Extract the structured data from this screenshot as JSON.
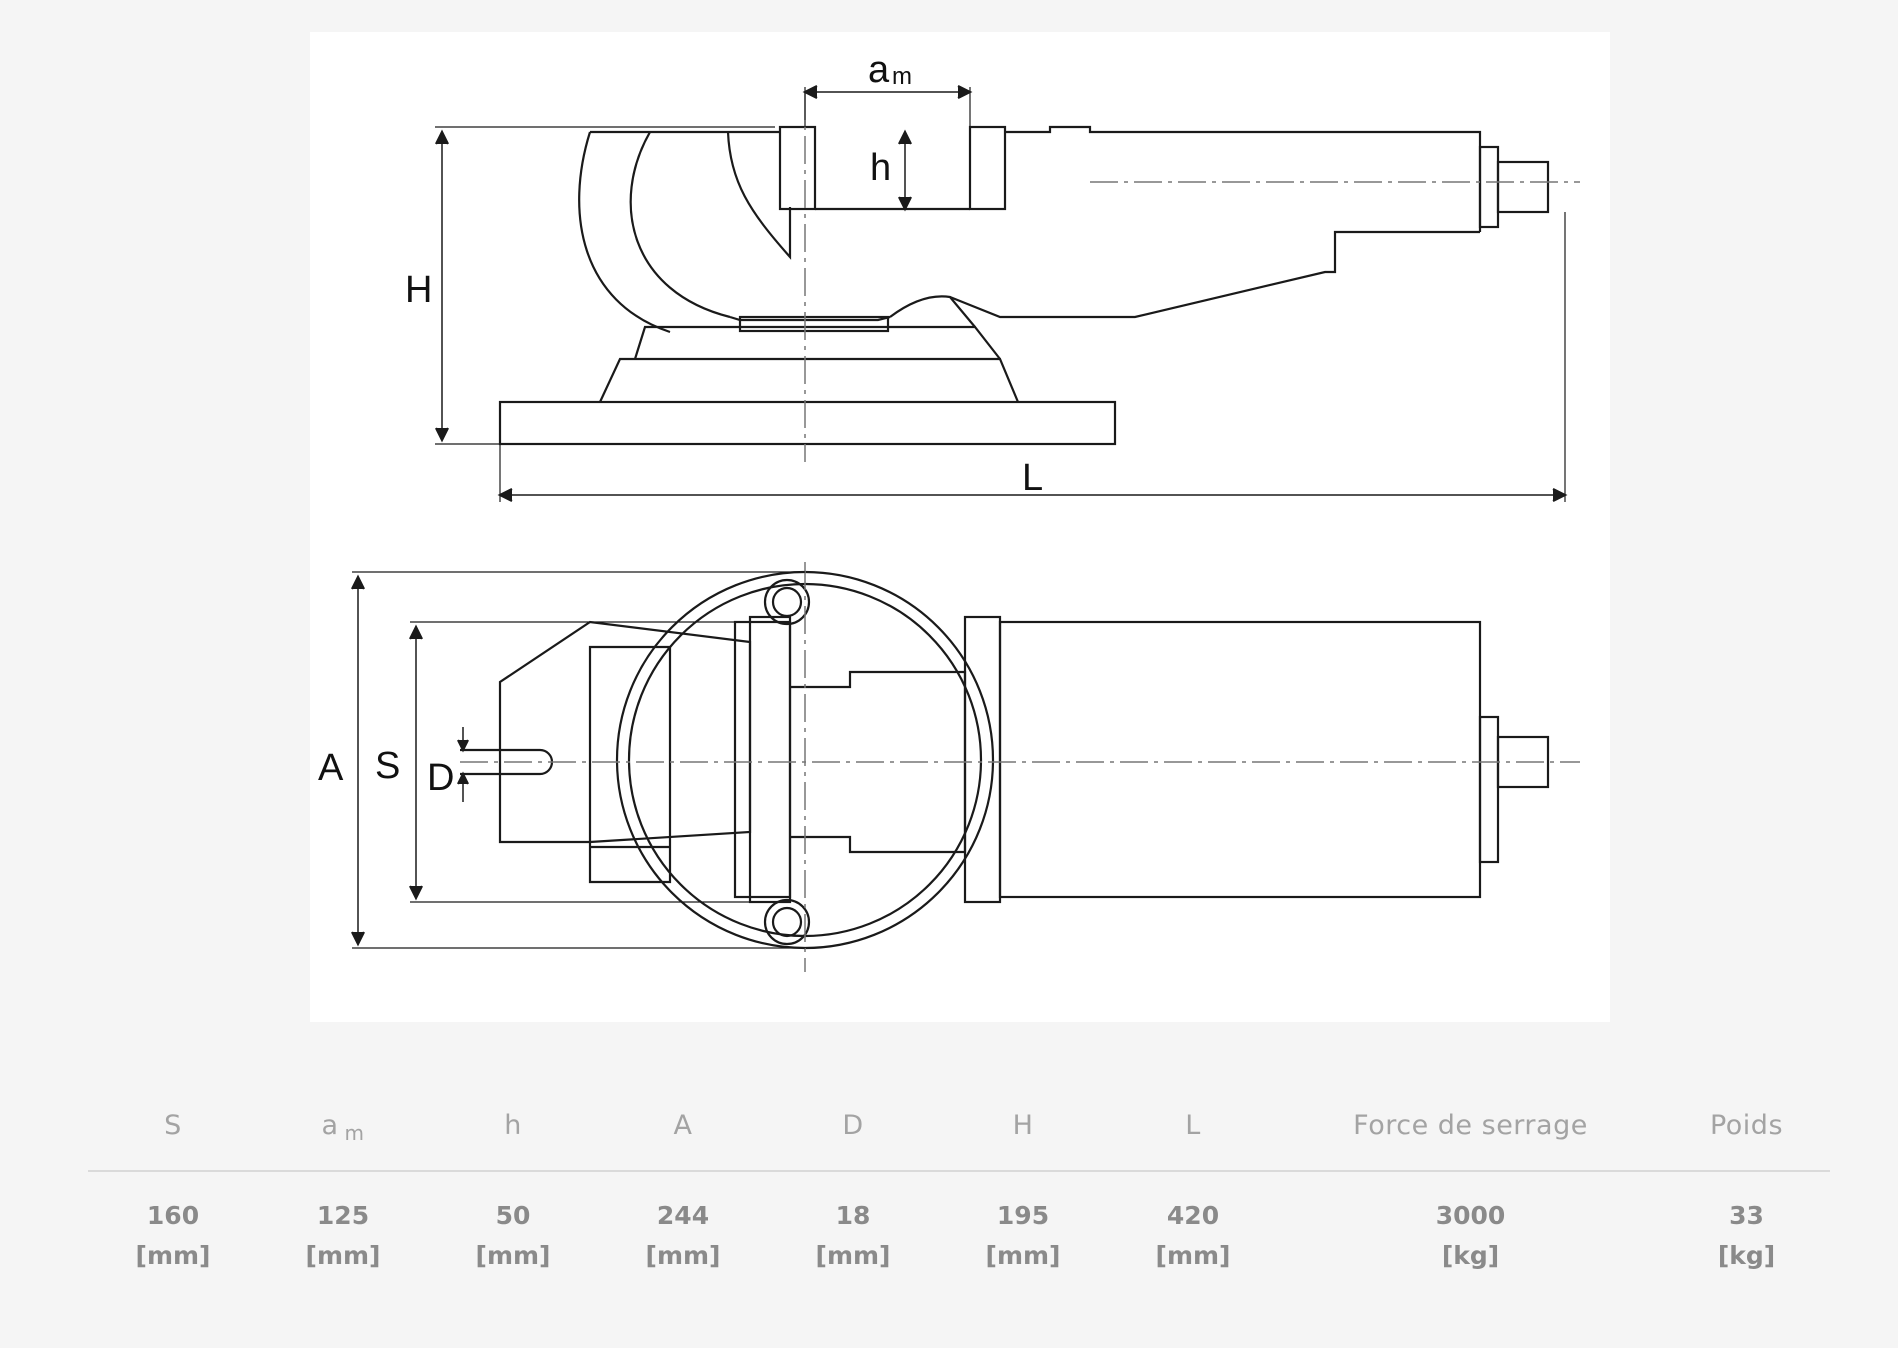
{
  "drawing_labels": {
    "am_main": "a",
    "am_sub": "m",
    "h": "h",
    "H": "H",
    "L": "L",
    "A": "A",
    "S": "S",
    "D": "D"
  },
  "spec_table": {
    "headers": [
      {
        "label": "S",
        "sub": ""
      },
      {
        "label": "a",
        "sub": "m"
      },
      {
        "label": "h",
        "sub": ""
      },
      {
        "label": "A",
        "sub": ""
      },
      {
        "label": "D",
        "sub": ""
      },
      {
        "label": "H",
        "sub": ""
      },
      {
        "label": "L",
        "sub": ""
      },
      {
        "label": "Force de serrage",
        "sub": ""
      },
      {
        "label": "Poids",
        "sub": ""
      }
    ],
    "values": [
      {
        "value": "160",
        "unit": "[mm]"
      },
      {
        "value": "125",
        "unit": "[mm]"
      },
      {
        "value": "50",
        "unit": "[mm]"
      },
      {
        "value": "244",
        "unit": "[mm]"
      },
      {
        "value": "18",
        "unit": "[mm]"
      },
      {
        "value": "195",
        "unit": "[mm]"
      },
      {
        "value": "420",
        "unit": "[mm]"
      },
      {
        "value": "3000",
        "unit": "[kg]"
      },
      {
        "value": "33",
        "unit": "[kg]"
      }
    ]
  }
}
